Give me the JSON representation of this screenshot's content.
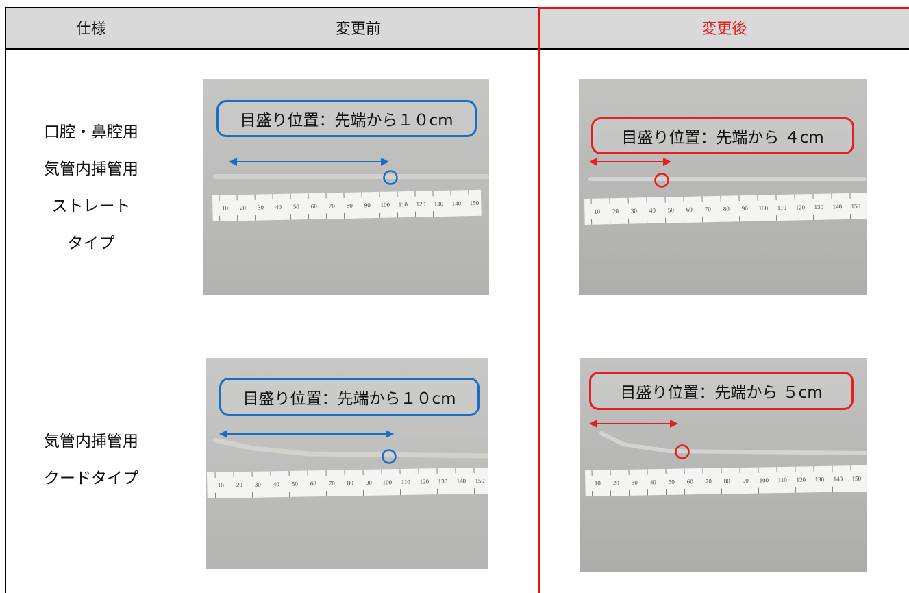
{
  "header": {
    "col_spec": "仕様",
    "col_before": "変更前",
    "col_after": "変更後"
  },
  "rows": [
    {
      "spec_lines": [
        "口腔・鼻腔用",
        "気管内挿管用",
        "ストレート",
        "タイプ"
      ],
      "before_label": "目盛り位置：先端から１０cm",
      "after_label": "目盛り位置：先端から ４cm"
    },
    {
      "spec_lines": [
        "気管内挿管用",
        "クードタイプ"
      ],
      "before_label": "目盛り位置：先端から１０cm",
      "after_label": "目盛り位置：先端から ５cm"
    }
  ],
  "ruler_ticks": [
    "10",
    "20",
    "30",
    "40",
    "50",
    "60",
    "70",
    "80",
    "90",
    "100",
    "110",
    "120",
    "130",
    "140",
    "150"
  ],
  "colors": {
    "before_accent": "#1a6fc4",
    "after_accent": "#e41f1f",
    "header_bg": "#d9d9d9",
    "header_after_text": "#e41f1f"
  }
}
